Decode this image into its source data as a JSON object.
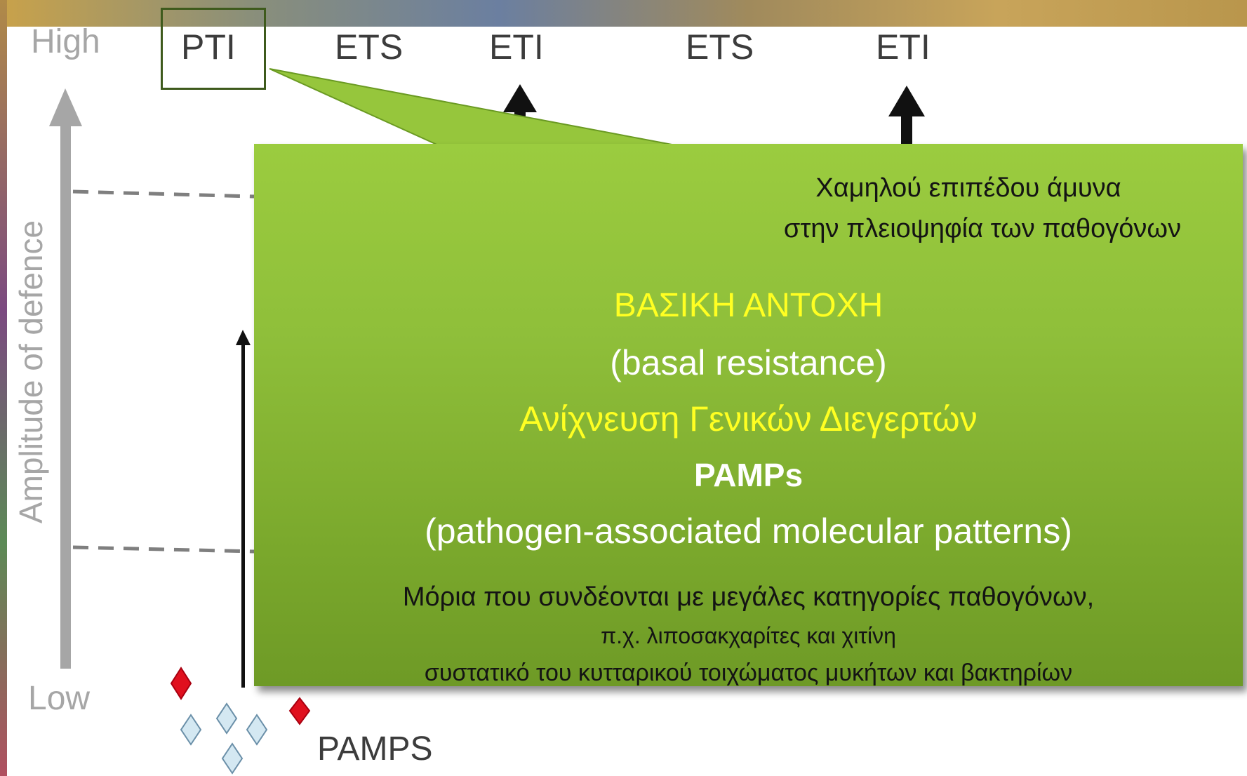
{
  "diagram": {
    "axis": {
      "high_label": "High",
      "low_label": "Low",
      "amplitude_label": "Amplitude of defence"
    },
    "phases": [
      "PTI",
      "ETS",
      "ETI",
      "ETS",
      "ETI"
    ],
    "pamps_label": "PAMPS",
    "callout": {
      "low_level_line1": "Χαμηλού επιπέδου άμυνα",
      "low_level_line2": "στην πλειοψηφία των παθογόνων",
      "basal_gr": "ΒΑΣΙΚΗ ΑΝΤΟΧΗ",
      "basal_en": "(basal resistance)",
      "detection": "Ανίχνευση Γενικών Διεγερτών",
      "pamps_bold": "PAMPs",
      "pamps_full": "(pathogen-associated molecular patterns)",
      "molecules_line1": "Μόρια που συνδέονται με μεγάλες κατηγορίες παθογόνων,",
      "molecules_line2": "π.χ. λιποσακχαρίτες και χιτίνη",
      "molecules_line3": "συστατικό του κυτταρικού τοιχώματος μυκήτων και βακτηρίων"
    },
    "colors": {
      "callout_green": "#8fbf3a",
      "highlight_yellow": "#ffff22",
      "axis_gray": "#a6a6a6",
      "diamond_red": "#e0101e",
      "diamond_blue": "#d4e8f2"
    }
  }
}
